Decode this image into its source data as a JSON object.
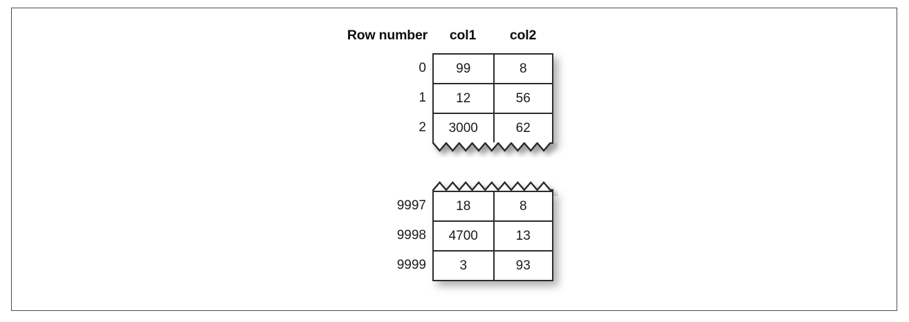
{
  "figure": {
    "kind": "table-diagram",
    "caption_headers": {
      "row_number": "Row number",
      "col1": "col1",
      "col2": "col2"
    },
    "break_marker": "torn-zigzag-edge",
    "total_rows_implied": 10000
  },
  "table": {
    "columns": [
      "col1",
      "col2"
    ],
    "row_label_header": "Row number",
    "top_rows": [
      {
        "index": "0",
        "col1": "99",
        "col2": "8"
      },
      {
        "index": "1",
        "col1": "12",
        "col2": "56"
      },
      {
        "index": "2",
        "col1": "3000",
        "col2": "62"
      }
    ],
    "bottom_rows": [
      {
        "index": "9997",
        "col1": "18",
        "col2": "8"
      },
      {
        "index": "9998",
        "col1": "4700",
        "col2": "13"
      },
      {
        "index": "9999",
        "col1": "3",
        "col2": "93"
      }
    ]
  },
  "colors": {
    "border": "#2b2b2b",
    "frame": "#4a4a50",
    "text": "#1a1a1a",
    "background": "#ffffff",
    "shadow": "#6e6e76"
  }
}
